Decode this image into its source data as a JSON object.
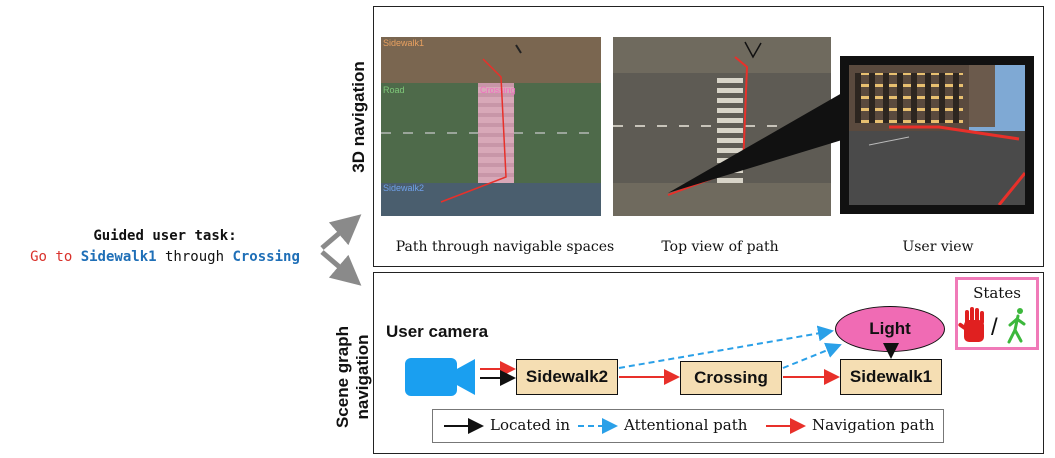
{
  "task": {
    "title": "Guided user task:",
    "go_to": "Go to",
    "target": "Sidewalk1",
    "through": "through",
    "via": "Crossing"
  },
  "top_panel": {
    "side_label": "3D navigation",
    "captions": [
      "Path through navigable spaces",
      "Top view of path",
      "User view"
    ],
    "region_labels": {
      "sidewalk1": "Sidewalk1",
      "road": "Road",
      "crossing": "Crossing",
      "sidewalk2": "Sidewalk2"
    }
  },
  "bottom_panel": {
    "side_label_line1": "Scene graph",
    "side_label_line2": "navigation",
    "camera_label": "User camera",
    "nodes": {
      "sidewalk2": "Sidewalk2",
      "crossing": "Crossing",
      "sidewalk1": "Sidewalk1",
      "light": "Light"
    },
    "states_label": "States",
    "states_separator": "/",
    "legend": {
      "located_in": "Located in",
      "attentional": "Attentional path",
      "navigation": "Navigation path"
    }
  },
  "colors": {
    "navigation": "#e8302a",
    "attentional": "#2aa0e8",
    "located": "#111111",
    "node_fill": "#f5deb3",
    "light_fill": "#f06bb4",
    "states_border": "#f07ab8",
    "camera": "#1a9ff0"
  },
  "icons": {
    "camera": "video-camera-icon",
    "stop": "raised-hand-icon",
    "walk": "walking-person-icon"
  }
}
